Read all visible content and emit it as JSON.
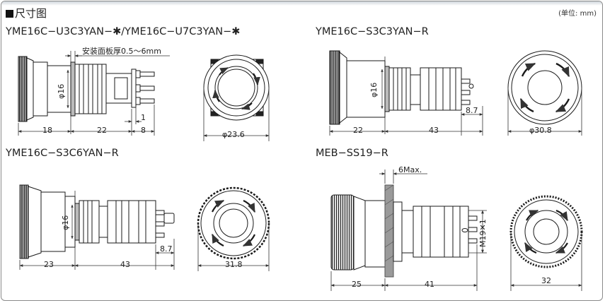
{
  "header": {
    "title": "尺寸图",
    "unit": "(单位: mm)"
  },
  "models": {
    "m1": "YME16C−U3C3YAN−✱/YME16C−U7C3YAN−✱",
    "m2": "YME16C−S3C3YAN−R",
    "m3": "YME16C−S3C6YAN−R",
    "m4": "MEB−SS19−R"
  },
  "dims": {
    "panel_note": "安装面板厚0.5〜6mm",
    "m1_d16": "φ16",
    "m1_18": "18",
    "m1_22": "22",
    "m1_8": "8",
    "m1_1": "1",
    "m1_dia": "φ23.6",
    "m2_d16": "φ16",
    "m2_22": "22",
    "m2_43": "43",
    "m2_87": "8.7",
    "m2_dia": "φ30.8",
    "m3_d16": "φ16",
    "m3_23": "23",
    "m3_43": "43",
    "m3_87": "8.7",
    "m3_dia": "31.8",
    "m4_6max": "6Max.",
    "m4_m19": "M19✕1",
    "m4_25": "25",
    "m4_41": "41",
    "m4_32": "32"
  },
  "colors": {
    "line": "#1a1a1a",
    "dim": "#333333",
    "hatch": "#444444",
    "panel": "#7a7a7a"
  }
}
